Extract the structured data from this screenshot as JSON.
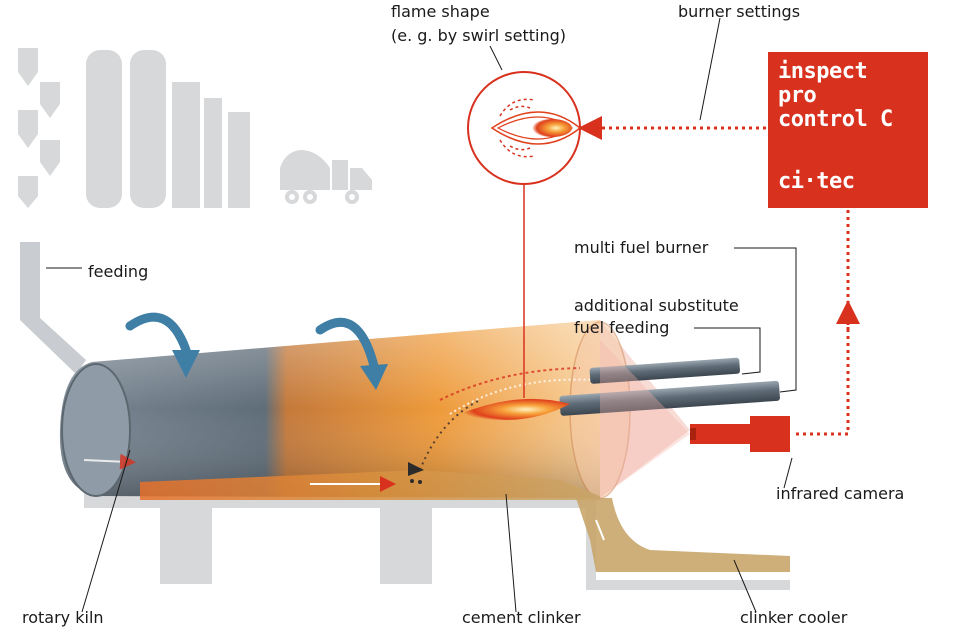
{
  "labels": {
    "flame_shape": "flame shape",
    "flame_shape_sub": "(e. g. by swirl setting)",
    "burner_settings": "burner settings",
    "feeding": "feeding",
    "multi_fuel_burner": "multi fuel burner",
    "additional_substitute": "additional substitute",
    "fuel_feeding": "fuel feeding",
    "infrared_camera": "infrared camera",
    "rotary_kiln": "rotary kiln",
    "cement_clinker": "cement clinker",
    "clinker_cooler": "clinker cooler"
  },
  "brand": {
    "line1": "inspect",
    "line2": "pro",
    "line3": "control C",
    "line4": "ci·tec"
  },
  "colors": {
    "brand_red": "#d8321f",
    "silhouette_gray": "#d6d8da",
    "kiln_steel": "#6d7b88",
    "flame_orange": "#f08a1c",
    "rotation_arrow_blue": "#3f7fa6",
    "clinker_tan": "#c89a52"
  }
}
